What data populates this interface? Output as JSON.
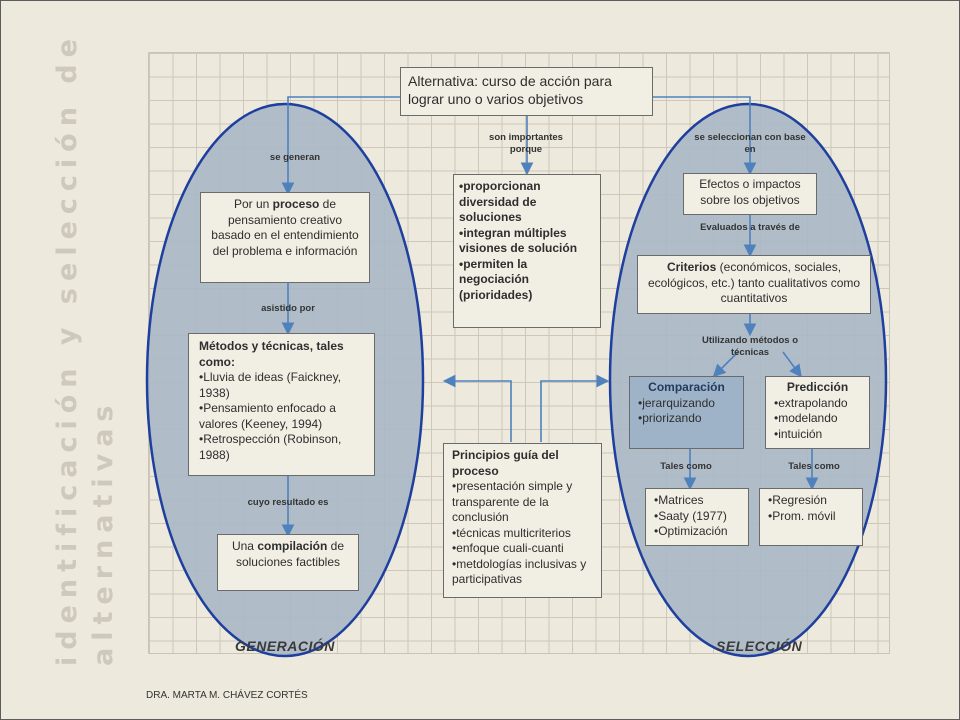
{
  "title": {
    "line1": "identificación y selección de",
    "line2": "alternativas"
  },
  "top_box": "Alternativa: curso de acción para lograr uno o varios objetivos",
  "connectors": {
    "se_generan": "se generan",
    "son_importantes": "son importantes porque",
    "se_seleccionan": "se seleccionan con base en",
    "asistido_por": "asistido por",
    "cuyo_resultado": "cuyo resultado es",
    "evaluados": "Evaluados a través de",
    "utilizando": "Utilizando métodos o técnicas",
    "tales_como_1": "Tales como",
    "tales_como_2": "Tales como"
  },
  "generation": {
    "proceso_box": {
      "pre": "Por un ",
      "bold": "proceso",
      "post": " de pensamiento creativo basado en el entendimiento del problema e información"
    },
    "metodos_box": {
      "heading": "Métodos y técnicas, tales como:",
      "items": [
        "Lluvia de ideas (Faickney, 1938)",
        "Pensamiento enfocado a valores (Keeney, 1994)",
        "Retrospección (Robinson, 1988)"
      ]
    },
    "compilacion_box": {
      "pre": "Una ",
      "bold": "compilación",
      "post": " de soluciones factibles"
    },
    "label": "GENERACIÓN"
  },
  "middle": {
    "reasons": [
      "proporcionan diversidad de soluciones",
      "integran múltiples visiones de solución",
      "permiten la negociación (prioridades)"
    ],
    "principios": {
      "heading": "Principios guía del proceso",
      "items": [
        "presentación simple y transparente de la conclusión",
        "técnicas multicriterios",
        "enfoque cuali-cuanti",
        "metdologías inclusivas y participativas"
      ]
    }
  },
  "selection": {
    "efectos": "Efectos o impactos sobre los objetivos",
    "criterios": {
      "bold": "Criterios",
      "post": " (económicos, sociales, ecológicos, etc.) tanto cualitativos como cuantitativos"
    },
    "comparacion": {
      "heading": "Comparación",
      "items": [
        "jerarquizando",
        "priorizando"
      ]
    },
    "prediccion": {
      "heading": "Predicción",
      "items": [
        "extrapolando",
        "modelando",
        "intuición"
      ]
    },
    "comp_examples": [
      "Matrices",
      "Saaty (1977)",
      "Optimización"
    ],
    "pred_examples": [
      "Regresión",
      "Prom. móvil"
    ],
    "label": "SELECCIÓN"
  },
  "footer": "DRA. MARTA M. CHÁVEZ CORTÉS",
  "colors": {
    "background": "#ede9dc",
    "ellipse_fill": "#a9b8c6",
    "ellipse_stroke": "#1f3f9e",
    "arrow": "#4f81bd",
    "box_blue": "#9fb3c8"
  }
}
